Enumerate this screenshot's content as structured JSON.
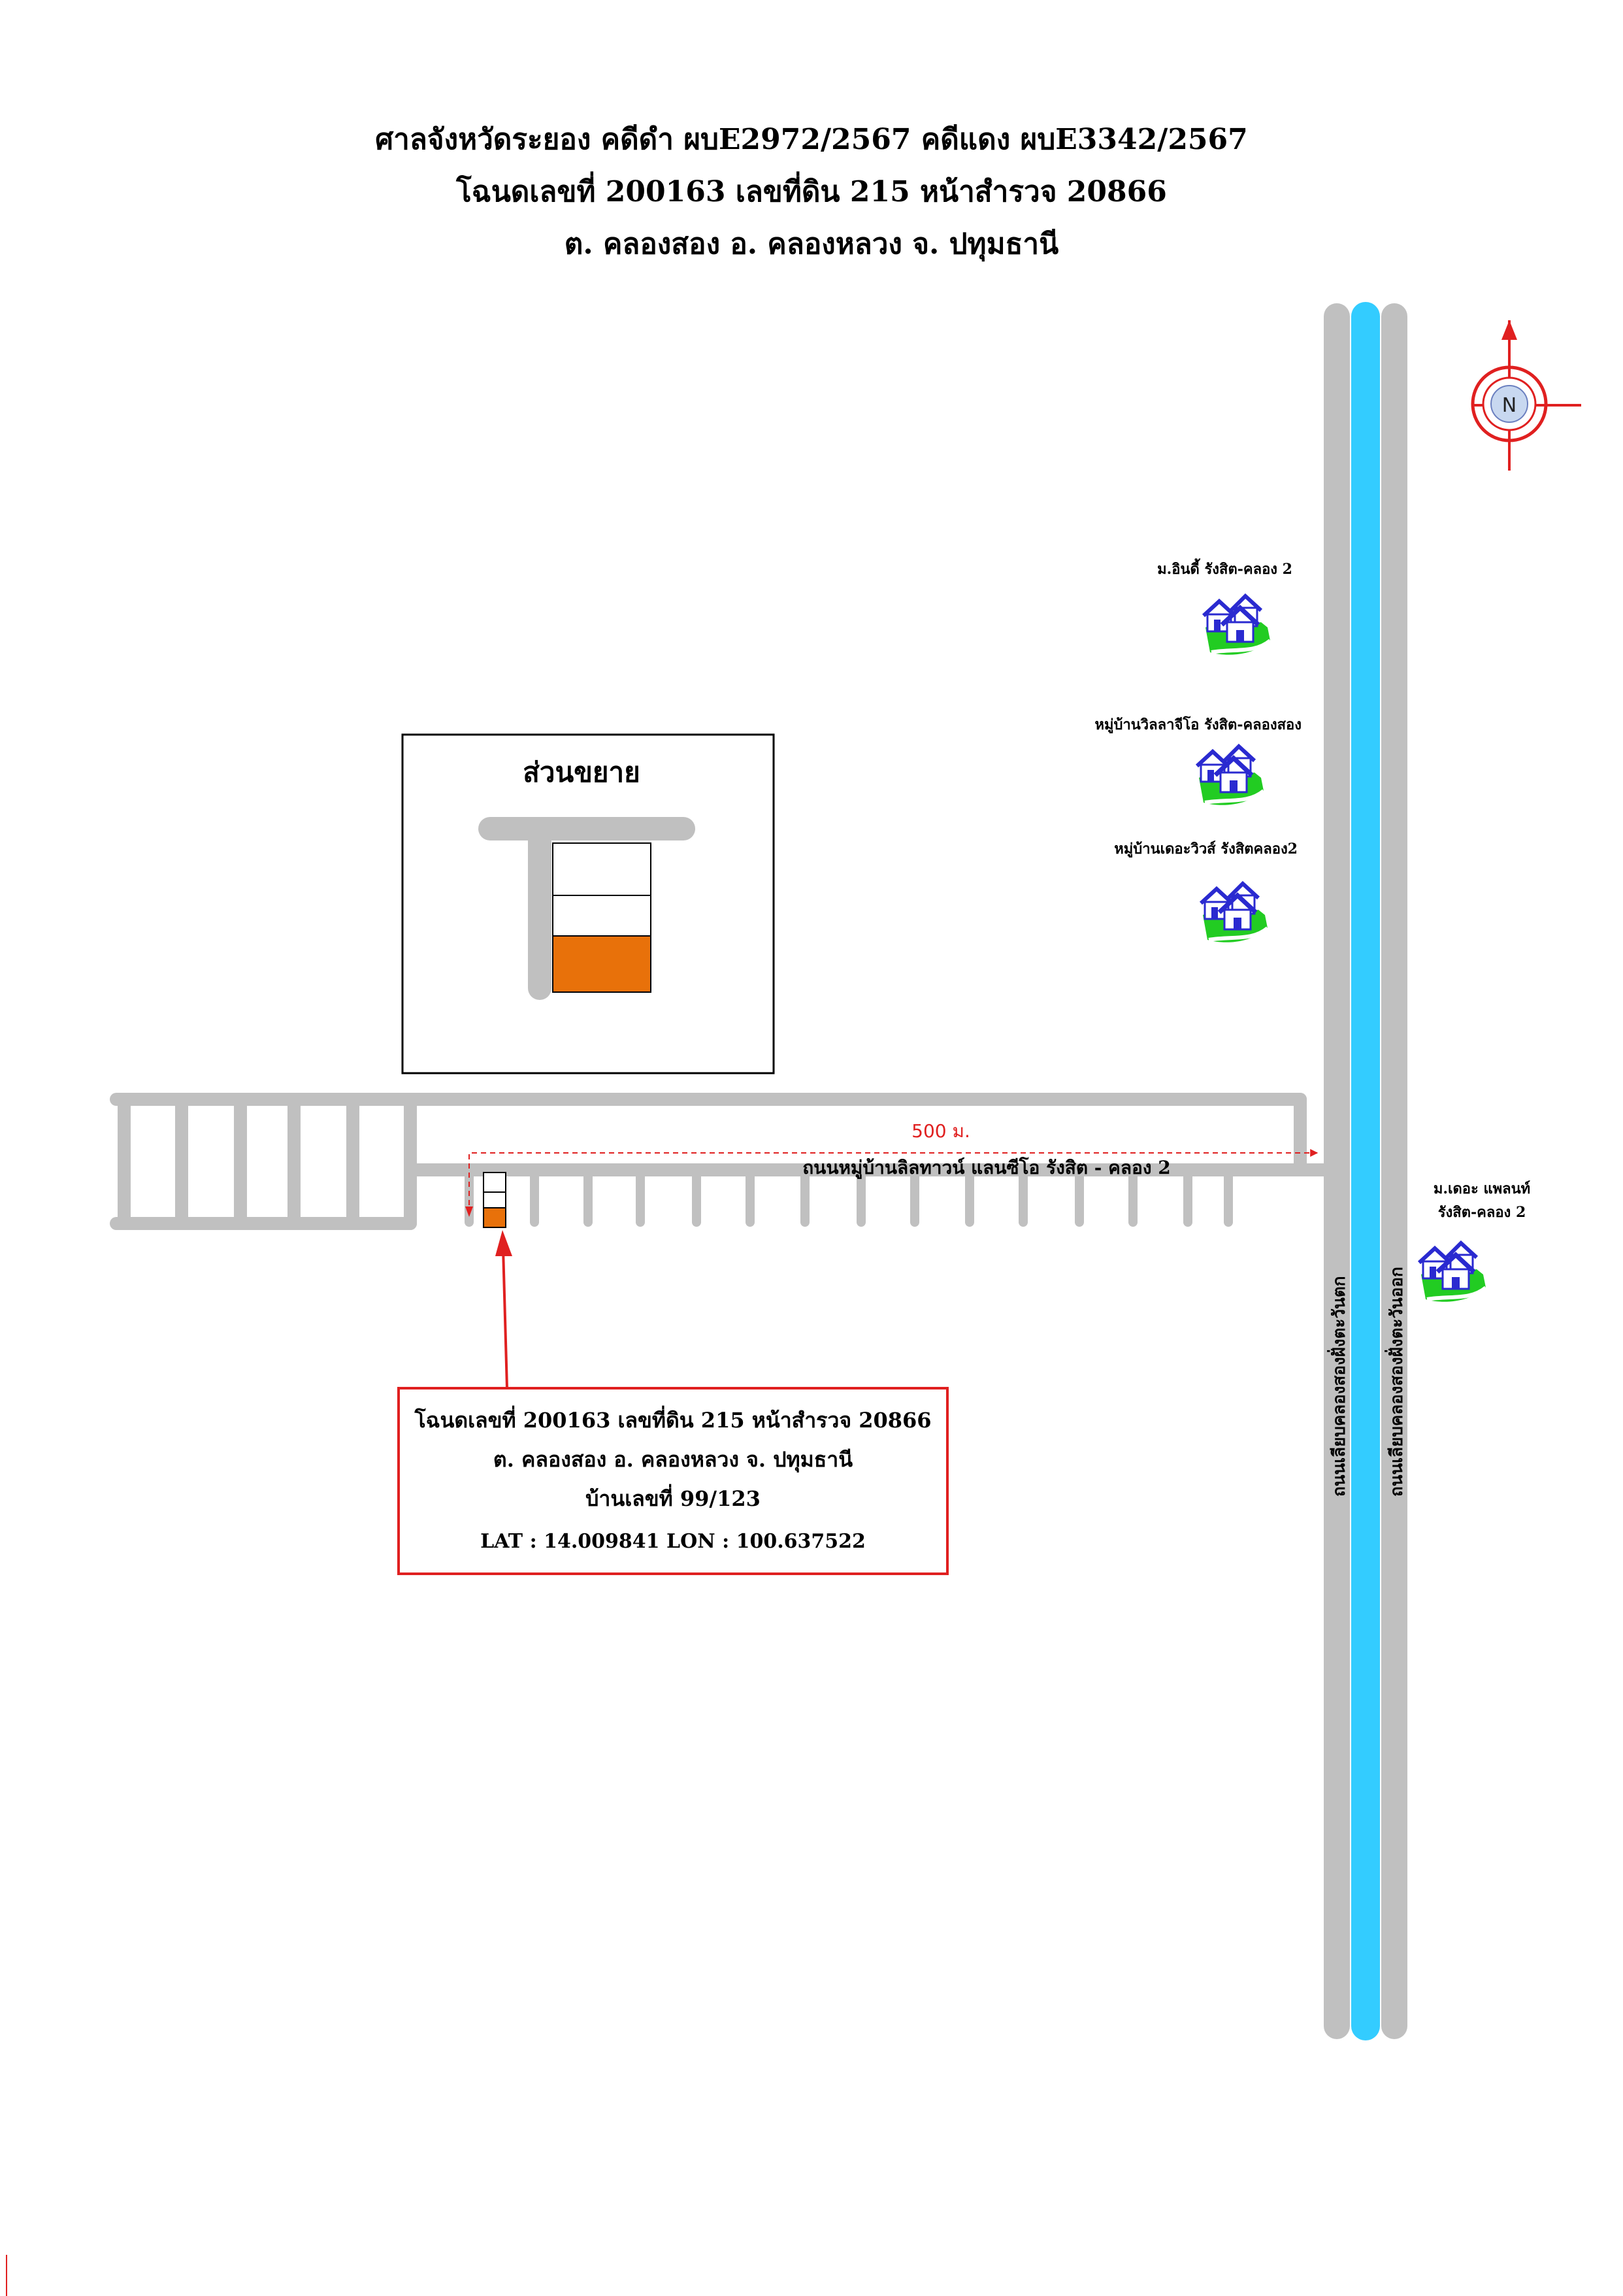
{
  "header": {
    "line1": "ศาลจังหวัดระยอง  คดีดำ ผบE2972/2567 คดีแดง  ผบE3342/2567",
    "line2": "โฉนดเลขที่ 200163  เลขที่ดิน 215 หน้าสำรวจ 20866",
    "line3": "ต. คลองสอง   อ. คลองหลวง   จ. ปทุมธานี"
  },
  "compass": {
    "label": "N"
  },
  "inset": {
    "title": "ส่วนขยาย"
  },
  "villages": [
    {
      "name": "ม.อินดี้ รังสิต-คลอง 2",
      "icon": "house-village-icon"
    },
    {
      "name": "หมู่บ้านวิลลาจีโอ รังสิต-คลองสอง",
      "icon": "house-village-icon"
    },
    {
      "name": "หมู่บ้านเดอะวิวส์ รังสิตคลอง2",
      "icon": "house-village-icon"
    },
    {
      "name_line1": "ม.เดอะ แพลนท์",
      "name_line2": "รังสิต-คลอง 2",
      "icon": "house-village-icon"
    }
  ],
  "roads": {
    "distance": "500 ม.",
    "main_road": "ถนนหมู่บ้านลิลทาวน์ แลนซีโอ  รังสิต - คลอง 2",
    "west_road": "ถนนเลียบคลองสองฝั่งตะวันตก",
    "east_road": "ถนนเลียบคลองสองฝั่งตะวันออก"
  },
  "infobox": {
    "line1": "โฉนดเลขที่ 200163  เลขที่ดิน 215 หน้าสำรวจ 20866",
    "line2": "ต. คลองสอง   อ. คลองหลวง   จ. ปทุมธานี",
    "line3": "บ้านเลขที่ 99/123",
    "line4": "LAT : 14.009841  LON : 100.637522"
  },
  "colors": {
    "road": "#c0c0c0",
    "canal": "#33ccff",
    "plot_highlight": "#e8710a",
    "arrow": "#e02020",
    "info_border": "#e02020",
    "house_roof": "#2a2ad0",
    "house_lawn": "#22cc22"
  }
}
